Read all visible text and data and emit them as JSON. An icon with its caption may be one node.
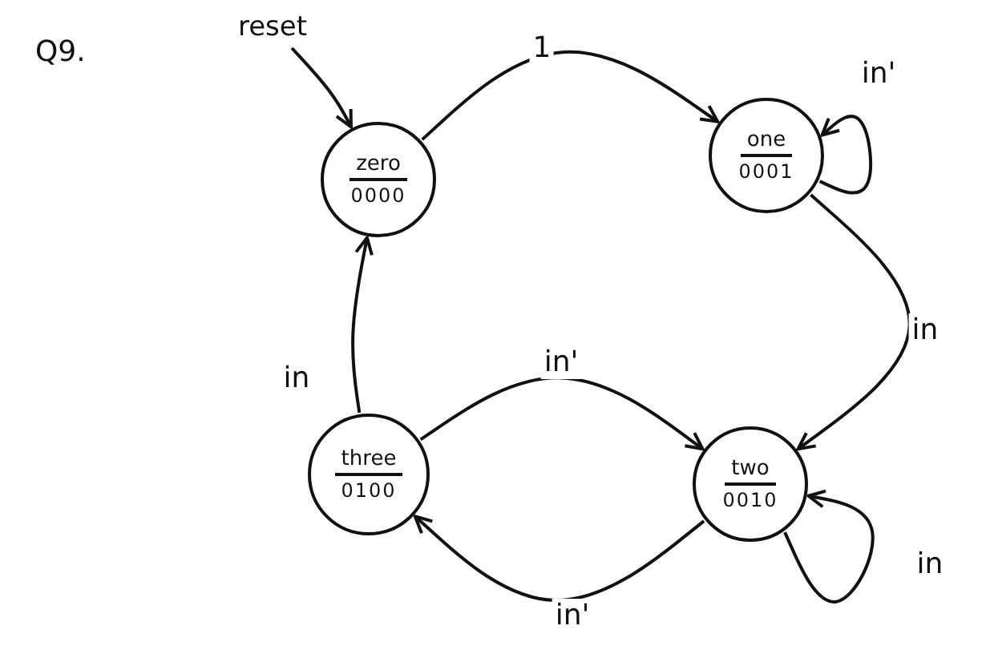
{
  "diagram": {
    "title": "Q9.",
    "nodes": [
      {
        "text": [
          "reset"
        ]
      },
      {
        "text": [
          "zero",
          "0000"
        ]
      },
      {
        "text": [
          "one",
          "0001"
        ]
      },
      {
        "text": [
          "two",
          "0010"
        ]
      },
      {
        "text": [
          "three",
          "0100"
        ]
      }
    ],
    "edges": [
      {
        "from": 0,
        "to": 1,
        "arrow": "to"
      },
      {
        "from": 1,
        "to": 2,
        "arrow": "to",
        "label": "1"
      },
      {
        "from": 2,
        "to": 2,
        "arrow": "to",
        "label": "in'"
      },
      {
        "from": 2,
        "to": 3,
        "arrow": "to",
        "label": "in"
      },
      {
        "from": 4,
        "to": 3,
        "arrow": "to",
        "label": "in'"
      },
      {
        "from": 3,
        "to": 4,
        "arrow": "to",
        "label": "in'"
      },
      {
        "from": 3,
        "to": 3,
        "arrow": "to",
        "label": "in"
      },
      {
        "from": 4,
        "to": 1,
        "arrow": "to",
        "label": "in"
      }
    ]
  }
}
